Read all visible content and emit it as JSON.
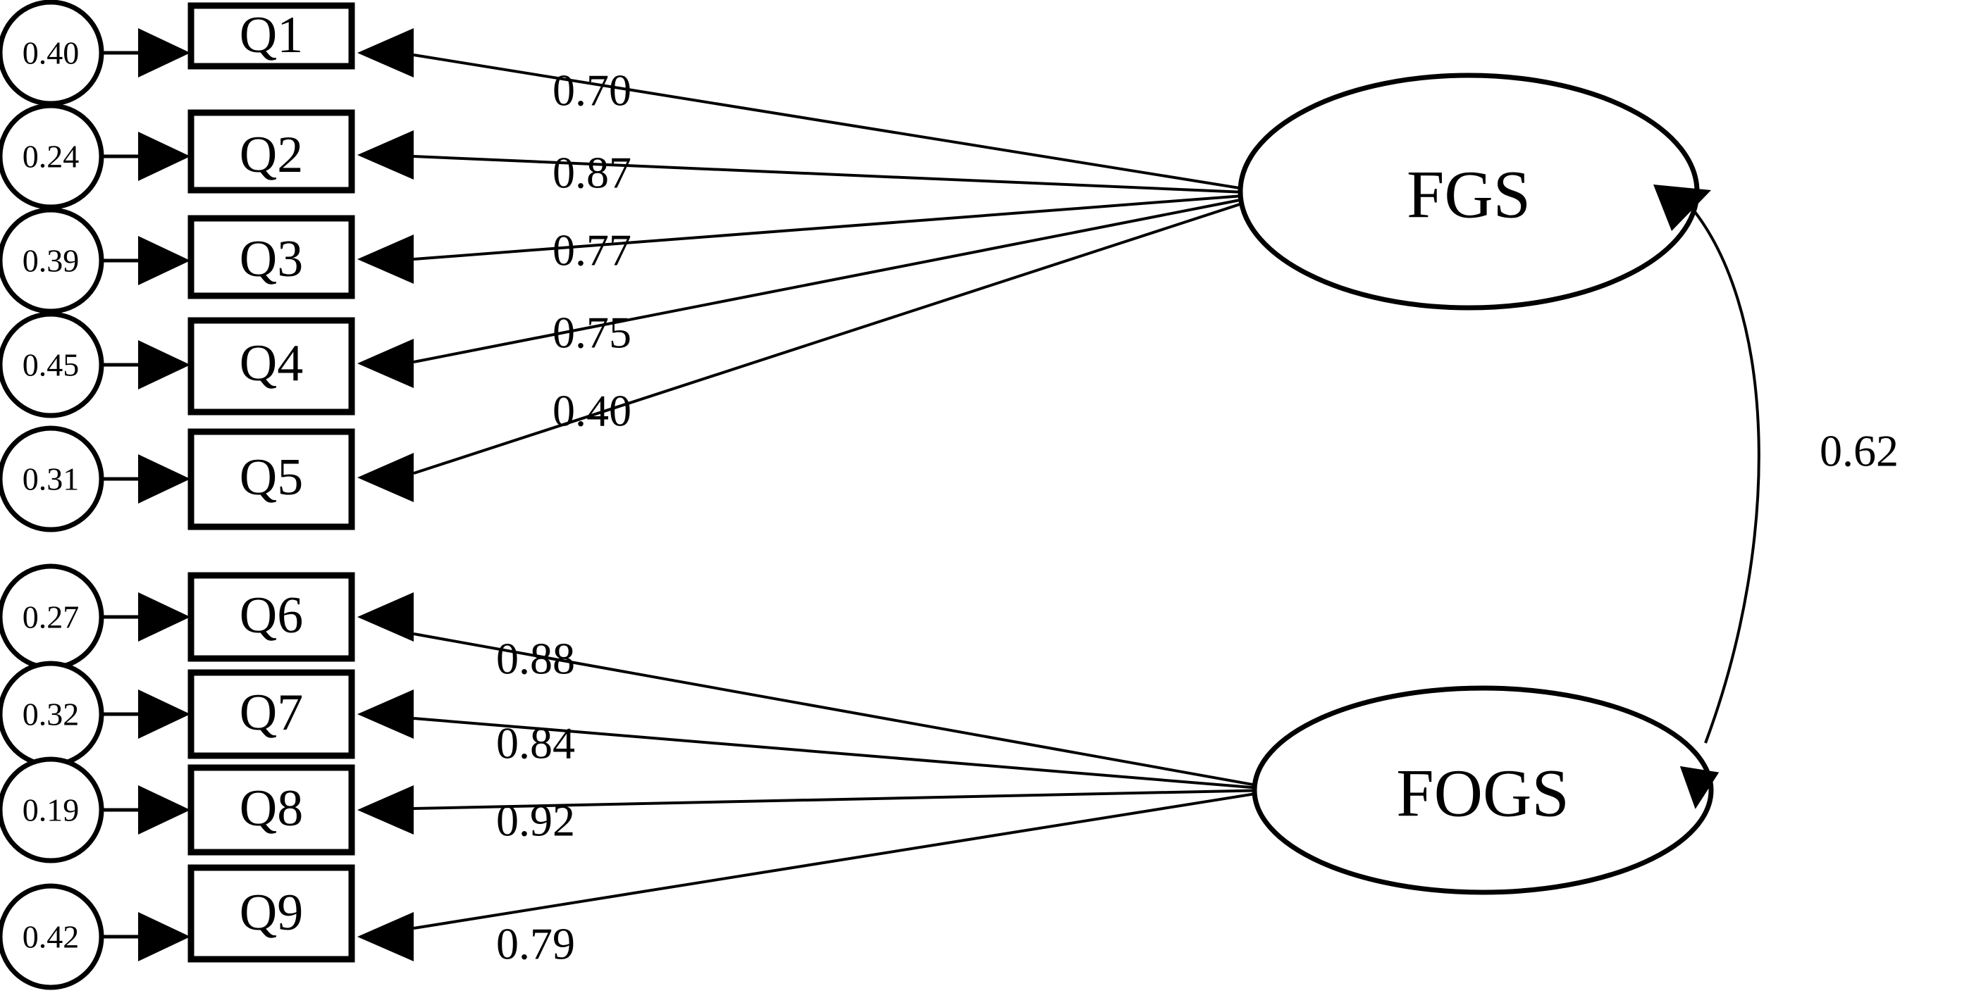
{
  "chart_data": {
    "type": "diagram",
    "diagram_type": "sem-path-diagram",
    "title": "",
    "factors": [
      {
        "id": "FGS",
        "label": "FGS",
        "shape": "ellipse"
      },
      {
        "id": "FOGS",
        "label": "FOGS",
        "shape": "ellipse"
      }
    ],
    "indicators": [
      {
        "id": "Q1",
        "label": "Q1",
        "error": "0.40",
        "loading": "0.70",
        "factor": "FGS"
      },
      {
        "id": "Q2",
        "label": "Q2",
        "error": "0.24",
        "loading": "0.87",
        "factor": "FGS"
      },
      {
        "id": "Q3",
        "label": "Q3",
        "error": "0.39",
        "loading": "0.77",
        "factor": "FGS"
      },
      {
        "id": "Q4",
        "label": "Q4",
        "error": "0.45",
        "loading": "0.75",
        "factor": "FGS"
      },
      {
        "id": "Q5",
        "label": "Q5",
        "error": "0.31",
        "loading": "0.40",
        "factor": "FGS"
      },
      {
        "id": "Q6",
        "label": "Q6",
        "error": "0.27",
        "loading": "0.88",
        "factor": "FOGS"
      },
      {
        "id": "Q7",
        "label": "Q7",
        "error": "0.32",
        "loading": "0.84",
        "factor": "FOGS"
      },
      {
        "id": "Q8",
        "label": "Q8",
        "error": "0.19",
        "loading": "0.92",
        "factor": "FOGS"
      },
      {
        "id": "Q9",
        "label": "Q9",
        "error": "0.42",
        "loading": "0.79",
        "factor": "FOGS"
      }
    ],
    "covariances": [
      {
        "from": "FGS",
        "to": "FOGS",
        "value": "0.62",
        "label": "0.62"
      }
    ],
    "colors": {
      "stroke": "#000000",
      "fill": "#ffffff",
      "text": "#000000"
    }
  },
  "labels": {
    "q1": "Q1",
    "q2": "Q2",
    "q3": "Q3",
    "q4": "Q4",
    "q5": "Q5",
    "q6": "Q6",
    "q7": "Q7",
    "q8": "Q8",
    "q9": "Q9",
    "e1": "0.40",
    "e2": "0.24",
    "e3": "0.39",
    "e4": "0.45",
    "e5": "0.31",
    "e6": "0.27",
    "e7": "0.32",
    "e8": "0.19",
    "e9": "0.42",
    "l1": "0.70",
    "l2": "0.87",
    "l3": "0.77",
    "l4": "0.75",
    "l5": "0.40",
    "l6": "0.88",
    "l7": "0.84",
    "l8": "0.92",
    "l9": "0.79",
    "fgs": "FGS",
    "fogs": "FOGS",
    "cov": "0.62"
  }
}
